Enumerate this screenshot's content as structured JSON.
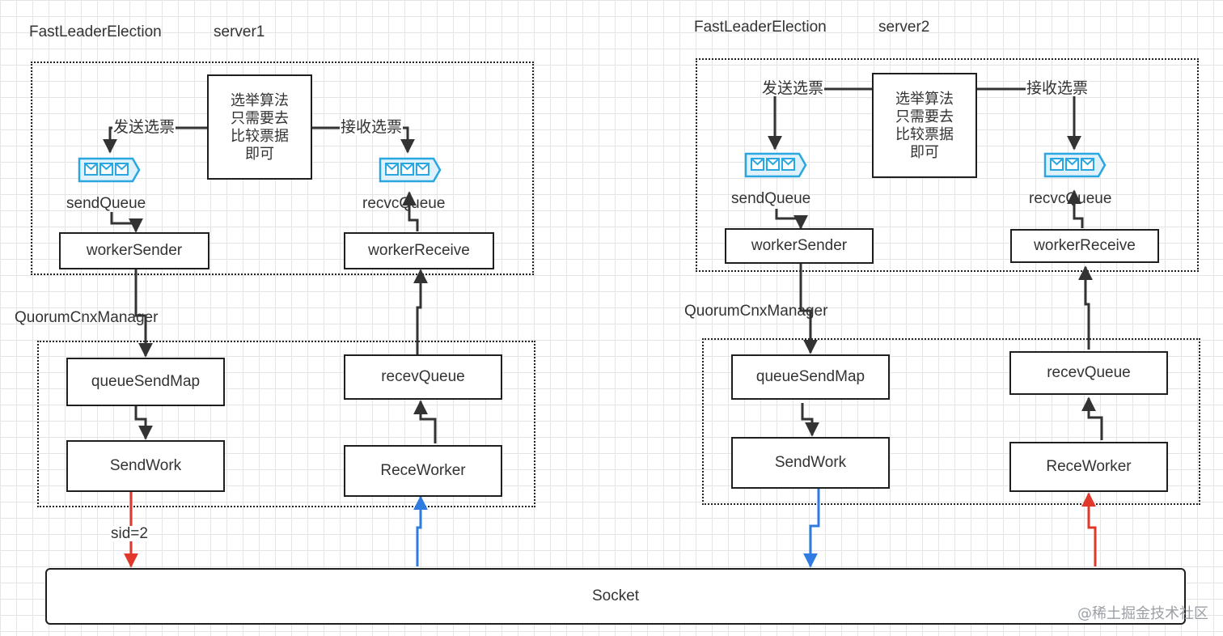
{
  "server1": {
    "module_label": "FastLeaderElection",
    "server_label": "server1",
    "algorithm_note": "选举算法\n只需要去\n比较票据\n即可",
    "send_votes": "发送选票",
    "receive_votes": "接收选票",
    "send_queue": "sendQueue",
    "recv_queue": "recvcQueue",
    "worker_sender": "workerSender",
    "worker_receive": "workerReceive",
    "cnx_label": "QuorumCnxManager",
    "queue_send_map": "queueSendMap",
    "recev_queue": "recevQueue",
    "send_work": "SendWork",
    "rece_worker": "ReceWorker",
    "sid_label": "sid=2"
  },
  "server2": {
    "module_label": "FastLeaderElection",
    "server_label": "server2",
    "algorithm_note": "选举算法\n只需要去\n比较票据\n即可",
    "send_votes": "发送选票",
    "receive_votes": "接收选票",
    "send_queue": "sendQueue",
    "recv_queue": "recvcQueue",
    "worker_sender": "workerSender",
    "worker_receive": "workerReceive",
    "cnx_label": "QuorumCnxManager",
    "queue_send_map": "queueSendMap",
    "recev_queue": "recevQueue",
    "send_work": "SendWork",
    "rece_worker": "ReceWorker"
  },
  "socket_label": "Socket",
  "watermark": "@稀土掘金技术社区",
  "colors": {
    "red_arrow": "#e0392b",
    "blue_arrow": "#2f7be0",
    "queue_icon_fill": "#dff2fb",
    "queue_icon_stroke": "#2aa6e0",
    "line": "#333333"
  },
  "icons": [
    "message-queue-icon"
  ]
}
